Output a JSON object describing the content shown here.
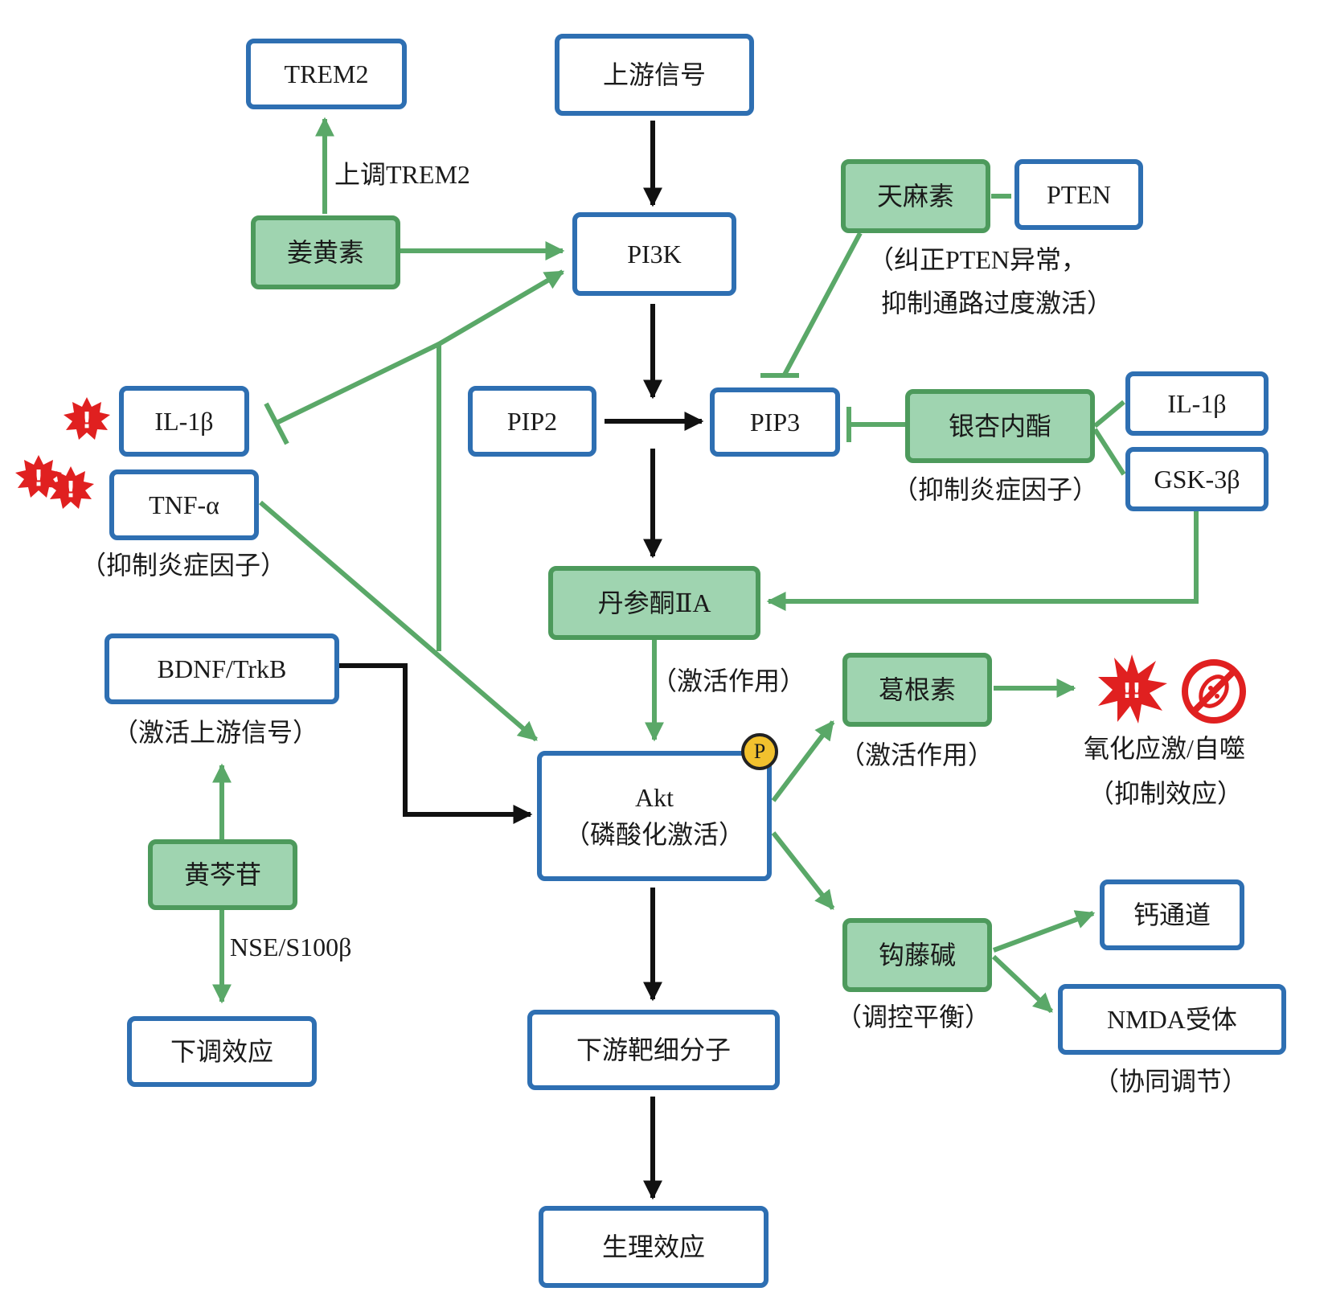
{
  "nodes": {
    "trem2": "TREM2",
    "upstream_signal": "上游信号",
    "curcumin": "姜黄素",
    "pi3k": "PI3K",
    "gastrodin": "天麻素",
    "pten": "PTEN",
    "il1b_left": "IL-1β",
    "tnfa": "TNF-α",
    "pip2": "PIP2",
    "pip3": "PIP3",
    "ginkgolide": "银杏内酯",
    "il1b_right": "IL-1β",
    "gsk3b": "GSK-3β",
    "tanshinone": "丹参酮ⅡA",
    "bdnf_trkb": "BDNF/TrkB",
    "akt": "Akt",
    "akt_note": "（磷酸化激活）",
    "puerarin": "葛根素",
    "baicalin": "黄芩苷",
    "rhynchophylline": "钩藤碱",
    "calcium_channel": "钙通道",
    "nmda_receptor": "NMDA受体",
    "downregulation": "下调效应",
    "downstream_targets": "下游靶细分子",
    "physiological_effect": "生理效应",
    "phospho_badge": "P"
  },
  "labels": {
    "upregulate_trem2": "上调TREM2",
    "pten_note_line1": "（纠正PTEN异常，",
    "pten_note_line2": "抑制通路过度激活）",
    "left_inflammation": "（抑制炎症因子）",
    "right_inflammation": "（抑制炎症因子）",
    "tanshinone_activation": "（激活作用）",
    "bdnf_note": "（激活上游信号）",
    "puerarin_activation": "（激活作用）",
    "oxidative_stress": "氧化应激/自噬",
    "suppression_effect": "（抑制效应）",
    "nse_s100b": "NSE/S100β",
    "regulation_balance": "（调控平衡）",
    "synergistic_regulation": "（协同调节）"
  },
  "colors": {
    "box_border_blue": "#2e6fb2",
    "herb_fill_green": "#9fd4b0",
    "herb_border_green": "#4d9a5c",
    "activation_arrow_green": "#5aa868",
    "main_arrow_black": "#111111",
    "alert_red": "#e02020",
    "phospho_yellow": "#f2c12e"
  },
  "icons": [
    "alert-burst-icon",
    "no-bacteria-icon"
  ]
}
